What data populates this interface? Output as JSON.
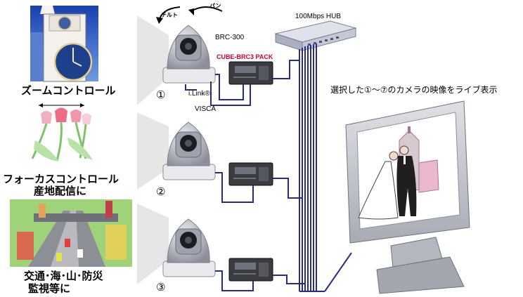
{
  "left_captions": {
    "zoom": "ズームコントロール",
    "focus_line1": "フォーカスコントロール",
    "focus_line2": "産地配信に",
    "traffic_line1": "交通･海･山･防災",
    "traffic_line2": "監視等に"
  },
  "camera_labels": {
    "tilt": "チルト",
    "pan": "パン",
    "model": "BRC-300",
    "pack": "CUBE-BRC3 PACK",
    "ilink": "i.Link®",
    "visca": "VISCA"
  },
  "camera_numbers": [
    "①",
    "②",
    "③"
  ],
  "hub_label": "100Mbps HUB",
  "display_caption": "選択した①～⑦のカメラの映像をライブ表示",
  "colors": {
    "cable": "#2a2a8a",
    "pack_text": "#cc0033",
    "camera_body": "#b9bcc6",
    "hub": "#c5cad6"
  }
}
